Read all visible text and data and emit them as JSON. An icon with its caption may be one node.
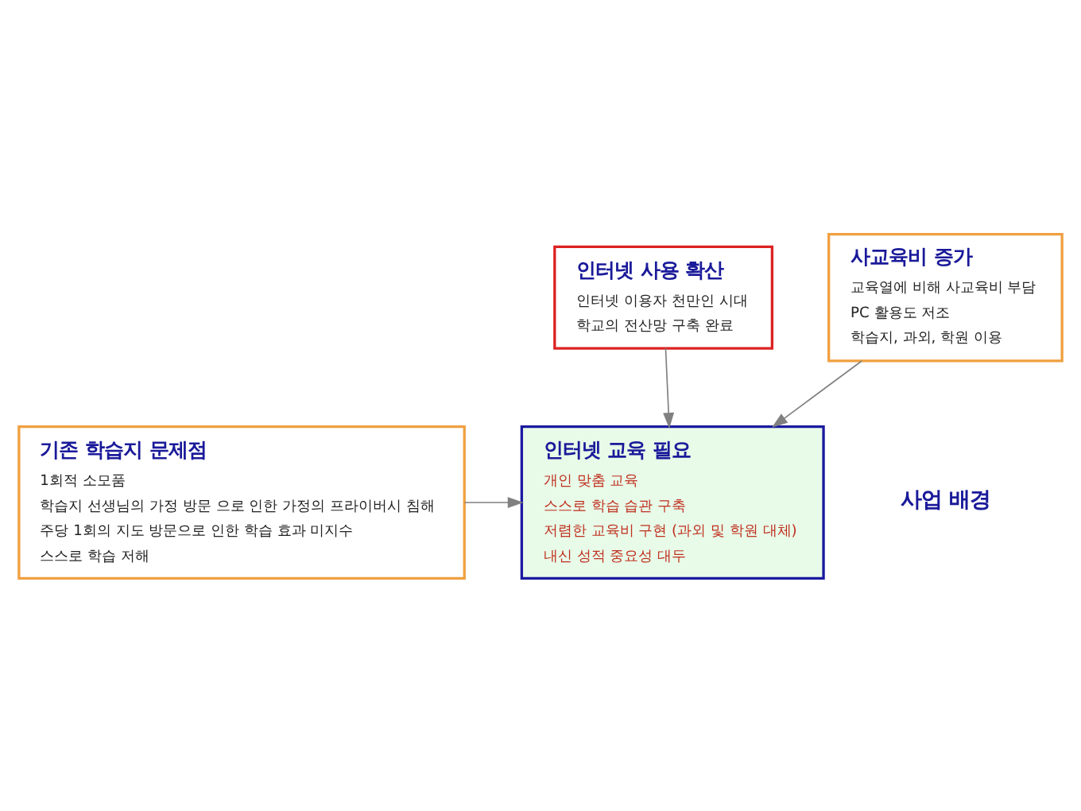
{
  "diagram": {
    "nodes": [
      {
        "text": [
          "인터넷 사용 확산",
          "인터넷 이용자 천만인 시대",
          "학교의 전산망 구축 완료"
        ]
      },
      {
        "text": [
          "사교육비 증가",
          "교육열에 비해 사교육비 부담",
          "PC 활용도 저조",
          "학습지, 과외, 학원 이용"
        ]
      },
      {
        "text": [
          "인터넷 교육 필요",
          "개인 맞춤 교육",
          "스스로 학습 습관 구축",
          "저렴한 교육비 구현 (과외 및 학원 대체)",
          "내신 성적 중요성 대두"
        ]
      },
      {
        "text": [
          "기존 학습지 문제점",
          "1회적 소모품",
          "학습지 선생님의 가정 방문 으로 인한 가정의 프라이버시 침해",
          "주당 1회의 지도 방문으로 인한 학습 효과 미지수",
          "스스로 학습 저해"
        ]
      }
    ],
    "edges": [
      {
        "from": 0,
        "to": 2,
        "arrow": "to"
      },
      {
        "from": 1,
        "to": 2,
        "arrow": "to"
      },
      {
        "from": 3,
        "to": 2,
        "arrow": "to"
      }
    ],
    "labels": [
      "사업 배경"
    ]
  }
}
